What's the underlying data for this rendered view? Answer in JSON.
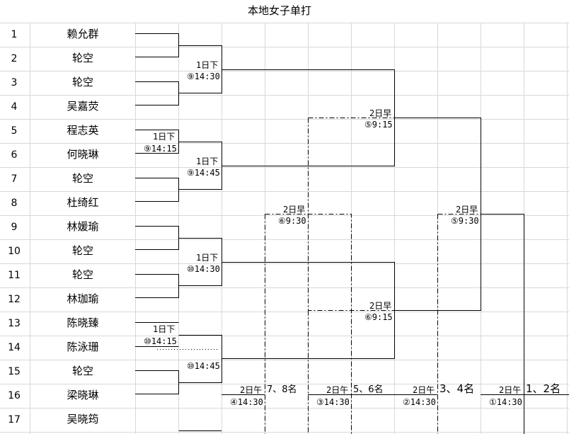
{
  "sheet": {
    "title": "本地女子单打",
    "rows": [
      {
        "num": "1",
        "name": "赖允群"
      },
      {
        "num": "2",
        "name": "轮空"
      },
      {
        "num": "3",
        "name": "轮空"
      },
      {
        "num": "4",
        "name": "吴嘉荧"
      },
      {
        "num": "5",
        "name": "程志英"
      },
      {
        "num": "6",
        "name": "何晓琳"
      },
      {
        "num": "7",
        "name": "轮空"
      },
      {
        "num": "8",
        "name": "杜绮红"
      },
      {
        "num": "9",
        "name": "林媛瑜"
      },
      {
        "num": "10",
        "name": "轮空"
      },
      {
        "num": "11",
        "name": "轮空"
      },
      {
        "num": "12",
        "name": "林珈瑜"
      },
      {
        "num": "13",
        "name": "陈晓臻"
      },
      {
        "num": "14",
        "name": "陈泳珊"
      },
      {
        "num": "15",
        "name": "轮空"
      },
      {
        "num": "16",
        "name": "梁晓琳"
      },
      {
        "num": "17",
        "name": "吴晓筠"
      }
    ]
  },
  "matches": {
    "m_r2_a": {
      "day": "1日下",
      "time": "⑨14:30"
    },
    "m_r1_a": {
      "day": "1日下",
      "time": "⑨14:15"
    },
    "m_r2_b": {
      "day": "1日下",
      "time": "⑨14:45"
    },
    "m_r2_c": {
      "day": "1日下",
      "time": "⑩14:30"
    },
    "m_r1_b": {
      "day": "1日下",
      "time": "⑩14:15"
    },
    "m_r2_d": {
      "day": "",
      "time": "⑩14:45"
    },
    "m_qf_top": {
      "day": "2日早",
      "time": "⑤9:15"
    },
    "m_qf_bot": {
      "day": "2日早",
      "time": "⑥9:15"
    },
    "m_78_semi": {
      "day": "2日早",
      "time": "⑥9:30"
    },
    "m_34_semi": {
      "day": "2日早",
      "time": "⑤9:30"
    },
    "m_p78": {
      "day": "2日午",
      "place": "7、8名",
      "time": "④14:30"
    },
    "m_p56": {
      "day": "2日午",
      "place": "5、6名",
      "time": "③14:30"
    },
    "m_p34": {
      "day": "2日午",
      "place": "3、4名",
      "time": "②14:30"
    },
    "m_p12": {
      "day": "2日午",
      "place": "1、2名",
      "time": "①14:30"
    }
  }
}
